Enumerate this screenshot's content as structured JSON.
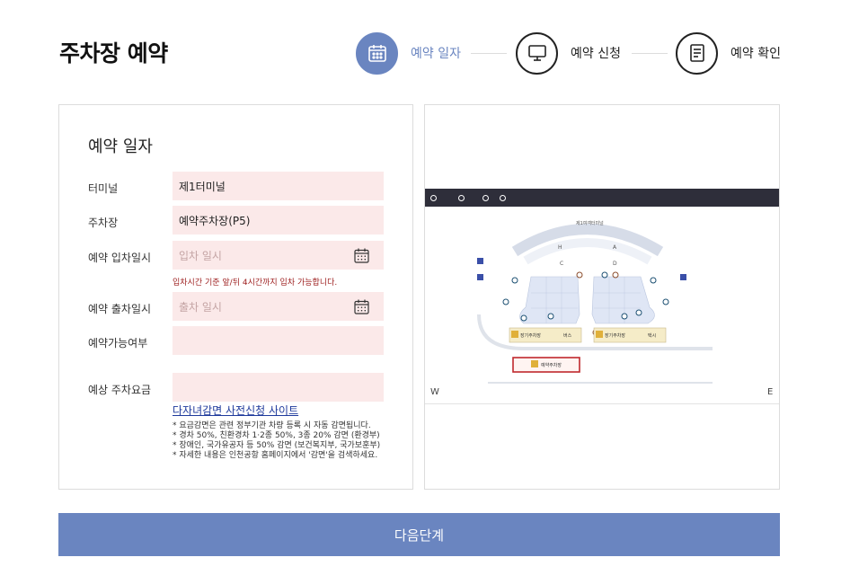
{
  "page": {
    "title": "주차장 예약"
  },
  "steps": [
    {
      "label": "예약 일자",
      "icon": "calendar-icon",
      "active": true
    },
    {
      "label": "예약 신청",
      "icon": "monitor-icon",
      "active": false
    },
    {
      "label": "예약 확인",
      "icon": "document-icon",
      "active": false
    }
  ],
  "form": {
    "section_title": "예약 일자",
    "terminal": {
      "label": "터미널",
      "value": "제1터미널"
    },
    "parking": {
      "label": "주차장",
      "value": "예약주차장(P5)"
    },
    "entry": {
      "label": "예약 입차일시",
      "placeholder": "입차 일시"
    },
    "entry_hint": "입차시간 기준 앞/뒤 4시간까지 입차 가능합니다.",
    "exit": {
      "label": "예약 출차일시",
      "placeholder": "출차 일시"
    },
    "availability": {
      "label": "예약가능여부",
      "value": ""
    },
    "fee": {
      "label": "예상 주차요금",
      "value": ""
    },
    "discount_link": "다자녀감면 사전신청 사이트",
    "notes": [
      "* 요금감면은 관련 정부기관 차량 등록 시 자동 감면됩니다.",
      "* 경차 50%, 친환경차 1·2종 50%, 3종 20% 감면 (환경부)",
      "* 장애인, 국가유공자 등 50% 감면 (보건복지부, 국가보훈부)",
      "* 자세한 내용은 인천공항 홈페이지에서 '감면'을 검색하세요."
    ]
  },
  "map": {
    "compass_west": "W",
    "compass_east": "E",
    "terminal_label": "제1여객터미널",
    "p5_label": "예약주차장",
    "lots": [
      "장기주차장",
      "장기주차장",
      "버스",
      "택시"
    ],
    "zone_labels": [
      "H",
      "A",
      "C",
      "D"
    ],
    "colors": {
      "highlight": "#c0282d",
      "lot_fill": "#f5ecc8",
      "zone_fill": "#dfe6f5"
    }
  },
  "actions": {
    "next_label": "다음단계"
  },
  "theme": {
    "accent": "#6a85c0",
    "field_bg": "#fbe9e9",
    "hint_color": "#9c1c1c"
  }
}
